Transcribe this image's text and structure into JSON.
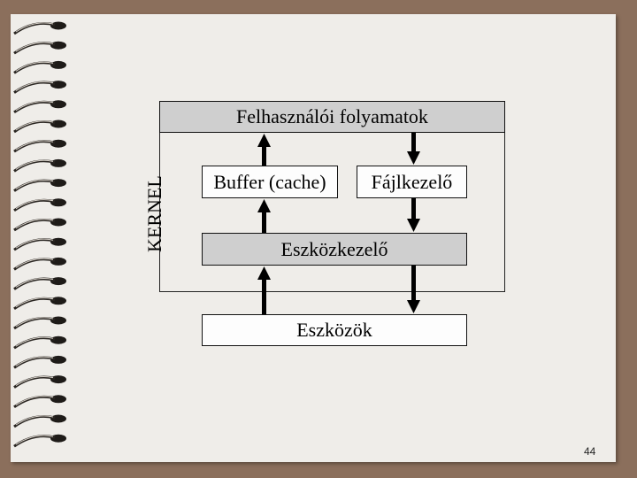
{
  "diagram": {
    "user_processes": "Felhasználói folyamatok",
    "kernel": "KERNEL",
    "buffer": "Buffer (cache)",
    "file_manager": "Fájlkezelő",
    "device_manager": "Eszközkezelő",
    "devices": "Eszközök"
  },
  "slide": {
    "page_number": "44"
  },
  "colors": {
    "background": "#8b6f5c",
    "page": "#efede9",
    "grey_box": "#cfcfcf",
    "white_box": "#fdfdfd",
    "ink": "#000000"
  }
}
